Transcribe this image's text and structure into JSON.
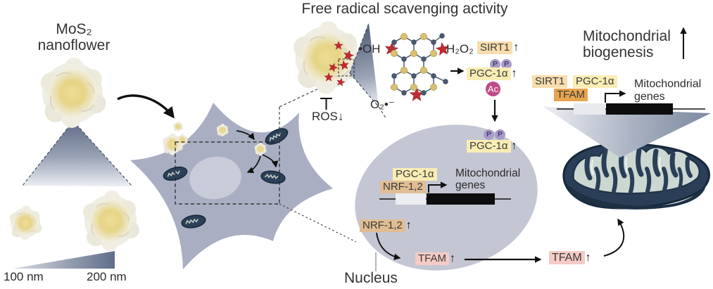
{
  "figure": {
    "nanoflower_panel": {
      "title_line1": "MoS₂",
      "title_line2": "nanoflower",
      "scale_left": "100 nm",
      "scale_right": "200 nm"
    },
    "radical_panel": {
      "title": "Free radical scavenging activity",
      "hydroxyl_radical": "•OH",
      "hydrogen_peroxide": "H₂O₂",
      "superoxide": "O₂•⁻",
      "ros": "ROS↓",
      "sirt1": "SIRT1",
      "pgc1a": "PGC-1α",
      "phospho": "P",
      "acetyl": "Ac"
    },
    "nucleus_panel": {
      "phospho": "P",
      "pgc1a_top": "PGC-1α",
      "pgc1a": "PGC-1α",
      "nrf12": "NRF-1,2",
      "nrf12_up": "NRF-1,2",
      "genes_line1": "Mitochondrial",
      "genes_line2": "genes",
      "tfam": "TFAM",
      "label": "Nucleus"
    },
    "mito_panel": {
      "title_line1": "Mitochondrial",
      "title_line2": "biogenesis",
      "sirt1": "SIRT1",
      "pgc1a": "PGC-1α",
      "tfam": "TFAM",
      "genes_line1": "Mitochondrial",
      "genes_line2": "genes",
      "tfam_cyto": "TFAM"
    },
    "glyphs": {
      "up": "↑"
    },
    "colors": {
      "sirt1_bg": "#f7ddad",
      "pgc1a_bg": "#f9edb4",
      "tfam_orange_bg": "#e8a44f",
      "tfam_pink_bg": "#f4cbc6",
      "nrf12_bg": "#e0bd93",
      "phospho_circle": "#a89cc8",
      "acetyl_circle": "#c04b86",
      "star_red": "#c02a30",
      "cell_body": "#a9aec2",
      "nucleus_fill": "#c4c7d3",
      "mitochondrion_dark": "#2a3f57",
      "cristae_light": "#cdd7d2",
      "flower_yellow": "#e6d486"
    }
  }
}
